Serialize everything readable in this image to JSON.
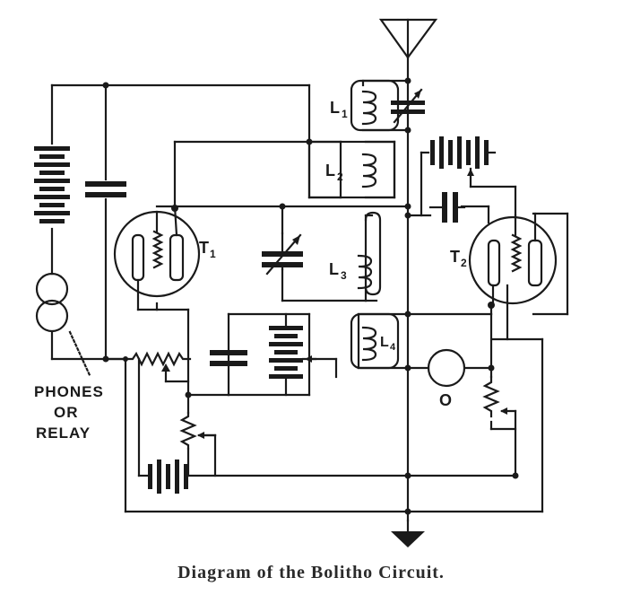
{
  "caption": "Diagram of the Bolitho Circuit.",
  "labels": {
    "l1": "L",
    "l1_sub": "1",
    "l2": "L",
    "l2_sub": "2",
    "l3": "L",
    "l3_sub": "3",
    "l4": "L",
    "l4_sub": "4",
    "t1": "T",
    "t1_sub": "1",
    "t2": "T",
    "t2_sub": "2",
    "meter": "O",
    "phones_line1": "PHONES",
    "phones_line2": "OR",
    "phones_line3": "RELAY"
  }
}
